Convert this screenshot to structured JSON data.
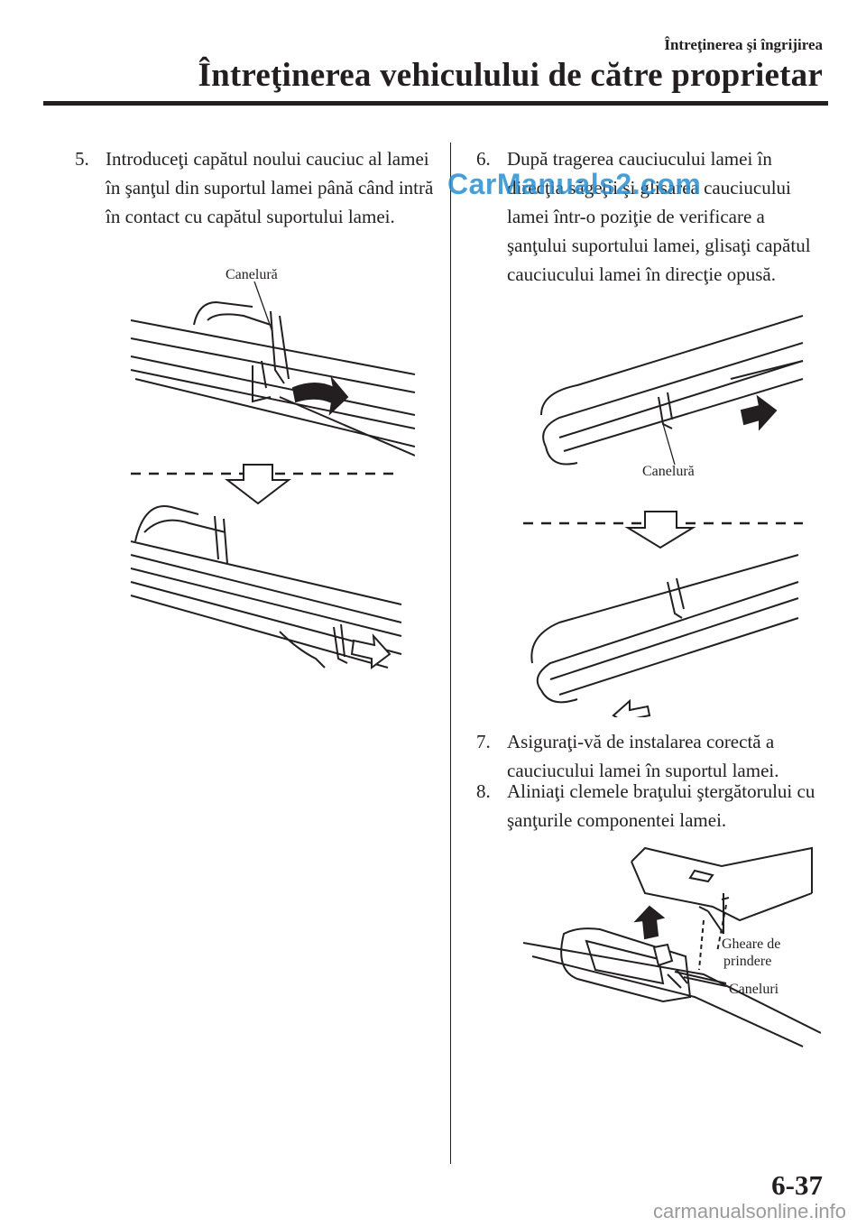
{
  "header": {
    "section": "Întreţinerea şi îngrijirea",
    "title": "Întreţinerea vehiculului de către proprietar"
  },
  "steps": [
    {
      "num": "5.",
      "text": "Introduceţi capătul noului cauciuc al lamei în şanţul din suportul lamei până când intră în contact cu capătul suportului lamei."
    },
    {
      "num": "6.",
      "text": "După tragerea cauciucului lamei în direcţia săgeţii şi glisarea cauciucului lamei într-o poziţie de verificare a şanţului suportului lamei, glisaţi capătul cauciucului lamei în direcţie opusă."
    },
    {
      "num": "7.",
      "text": "Asiguraţi-vă de instalarea corectă a cauciucului lamei în suportul lamei."
    },
    {
      "num": "8.",
      "text": "Aliniaţi clemele braţului ştergătorului cu şanţurile componentei lamei."
    }
  ],
  "figures": {
    "fig1_label": "Canelură",
    "fig2_label": "Canelură",
    "fig3_label1": "Gheare de",
    "fig3_label2": "prindere",
    "fig3_label3": "Caneluri"
  },
  "watermark": "CarManuals2.com",
  "page_number": "6-37",
  "footer_url": "carmanualsonline.info"
}
